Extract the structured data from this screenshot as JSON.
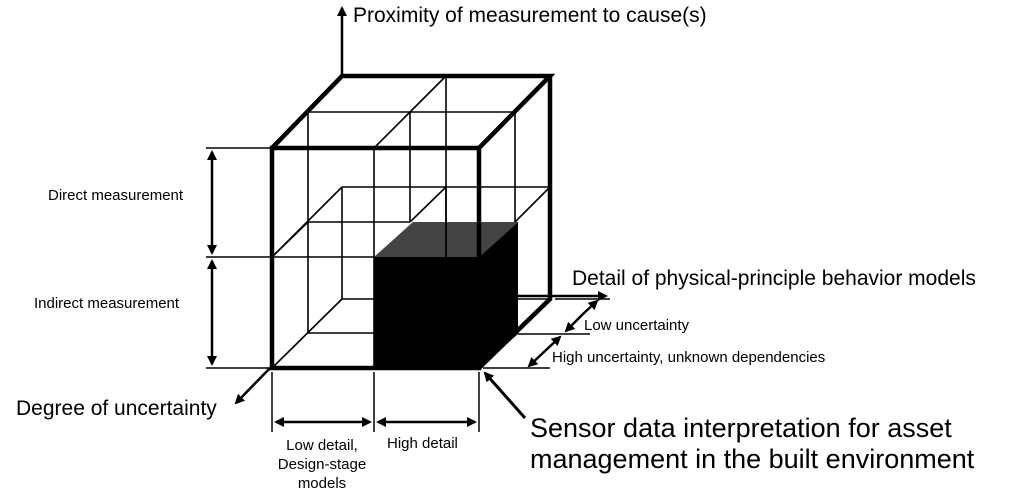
{
  "axes": {
    "vertical": "Proximity of measurement to cause(s)",
    "horizontal": "Detail of physical-principle behavior models",
    "depth": "Degree of uncertainty"
  },
  "vertical_levels": {
    "upper": "Direct measurement",
    "lower": "Indirect measurement"
  },
  "horizontal_levels": {
    "left_line1": "Low detail,",
    "left_line2": "Design-stage",
    "left_line3": "models",
    "right": "High detail"
  },
  "depth_levels": {
    "back": "Low uncertainty",
    "front": "High uncertainty, unknown dependencies"
  },
  "highlight": {
    "line1": "Sensor data interpretation for asset",
    "line2": "management in the built environment"
  },
  "colors": {
    "highlight_front": "#000000",
    "highlight_top": "#444444",
    "lines": "#000000"
  }
}
